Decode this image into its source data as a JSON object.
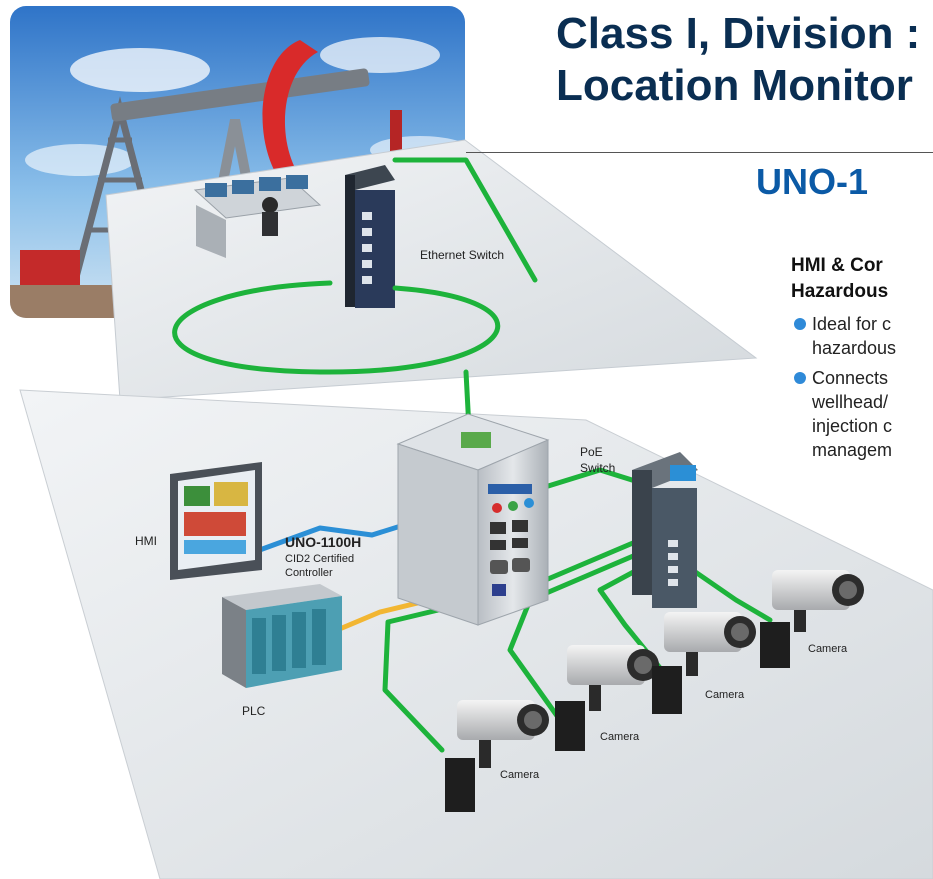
{
  "header": {
    "title_line1": "Class I, Division :",
    "title_line2": "Location Monitor"
  },
  "product": {
    "name": "UNO-1",
    "subhead_line1": "HMI & Cor",
    "subhead_line2": "Hazardous",
    "bullets": [
      {
        "lines": [
          "Ideal for c",
          "hazardous"
        ]
      },
      {
        "lines": [
          "Connects",
          "wellhead/",
          "injection c",
          "managem"
        ]
      }
    ]
  },
  "diagram": {
    "labels": {
      "ethernet_switch": "Ethernet Switch",
      "poe_switch_line1": "PoE",
      "poe_switch_line2": "Switch",
      "hmi": "HMI",
      "controller_name": "UNO-1100H",
      "controller_desc_line1": "CID2 Certified",
      "controller_desc_line2": "Controller",
      "plc": "PLC",
      "camera": "Camera"
    },
    "colors": {
      "network_green": "#1db33b",
      "hmi_link_blue": "#2b8fd6",
      "plc_link_orange": "#f2b632",
      "heading_navy": "#0a2e52",
      "product_blue": "#0b5aa6",
      "bullet_blue": "#2f8ad8"
    }
  }
}
